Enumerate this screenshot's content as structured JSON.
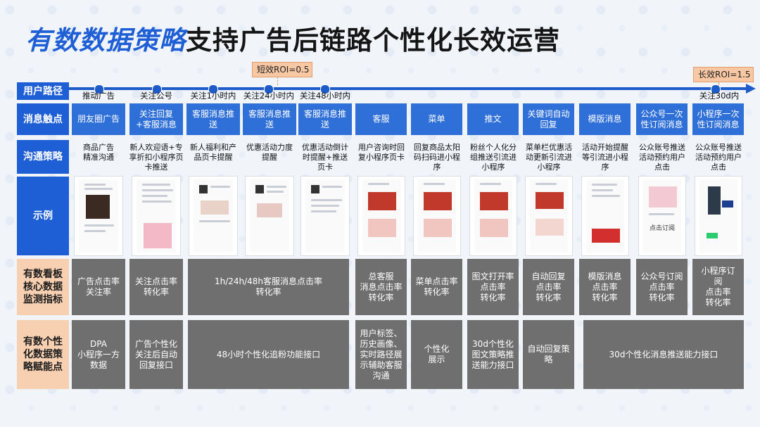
{
  "title": {
    "highlight": "有数数据策略",
    "rest": "支持广告后链路个性化长效运营"
  },
  "roi": {
    "short": "短效ROI=0.5",
    "long": "长效ROI=1.5"
  },
  "row_labels": {
    "path": "用户路径",
    "touchpoint": "消息触点",
    "strategy": "沟通策略",
    "example": "示例",
    "metrics": "有数看板\n核心数据\n监测指标",
    "empower": "有数个性\n化数据策\n略赋能点"
  },
  "path_steps": [
    "推动广告",
    "关注公号",
    "关注1小时内",
    "关注24小时内",
    "关注48小时内",
    "关注30d内"
  ],
  "touchpoints": [
    "朋友圈广告",
    "关注回复+客服消息",
    "客服消息推送",
    "客服消息推送",
    "客服消息推送",
    "客服",
    "菜单",
    "推文",
    "关键词自动回复",
    "模版消息",
    "公众号一次性订阅消息",
    "小程序一次性订阅消息"
  ],
  "strategies": [
    "商品广告\n精准沟通",
    "新人欢迎语+专享折扣小程序页卡推送",
    "新人福利和产品页卡提醒",
    "优惠活动力度提醒",
    "优惠活动倒计时提醒+推送页卡",
    "用户咨询时回复小程序页卡",
    "回复商品太阳码扫码进小程序",
    "粉丝个人化分组推送引流进小程序",
    "菜单栏优惠活动更新引流进小程序",
    "活动开始提醒等引流进小程序",
    "公众账号推送活动预约用户点击",
    "公众账号推送活动预约用户点击"
  ],
  "examples": {
    "click_subscribe": "点击订阅"
  },
  "metrics": [
    "广告点击率\n关注率",
    "关注点击率\n转化率",
    "1h/24h/48h客服消息点击率\n转化率",
    "总客服\n消息点击率\n转化率",
    "菜单点击率\n转化率",
    "图文打开率\n点击率\n转化率",
    "自动回复\n点击率\n转化率",
    "模版消息\n点击率\n转化率",
    "公众号订阅\n点击率\n转化率",
    "小程序订\n阅\n点击率\n转化率"
  ],
  "empower": [
    "DPA\n小程序一方\n数据",
    "广告个性化\n关注后自动\n回复接口",
    "48小时个性化追粉功能接口",
    "用户标签、\n历史画像、\n实时路径展\n示辅助客服\n沟通",
    "个性化\n展示",
    "30d个性化\n图文策略推\n送能力接口",
    "自动回复策\n略",
    "30d个性化消息推送能力接口"
  ]
}
